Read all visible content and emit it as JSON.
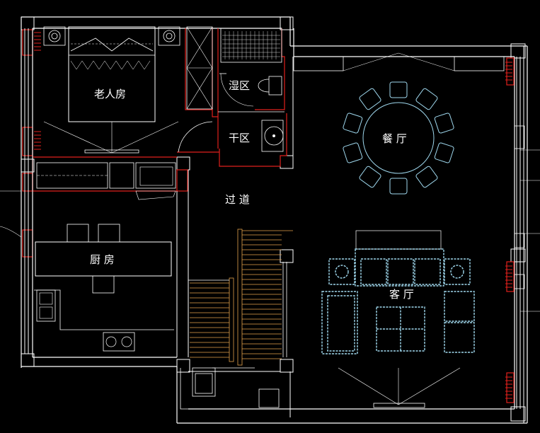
{
  "rooms": {
    "elder_bedroom": "老人房",
    "wet_zone": "湿区",
    "dry_zone": "干区",
    "dining": "餐 厅",
    "corridor": "过 道",
    "kitchen": "厨 房",
    "living": "客 厅"
  },
  "colors": {
    "background": "#000000",
    "wall": "#ffffff",
    "accent_red": "#e0201c",
    "furniture": "#9fd8ee",
    "stair": "#e3a24a",
    "sofa_dash": "#ffffff"
  }
}
